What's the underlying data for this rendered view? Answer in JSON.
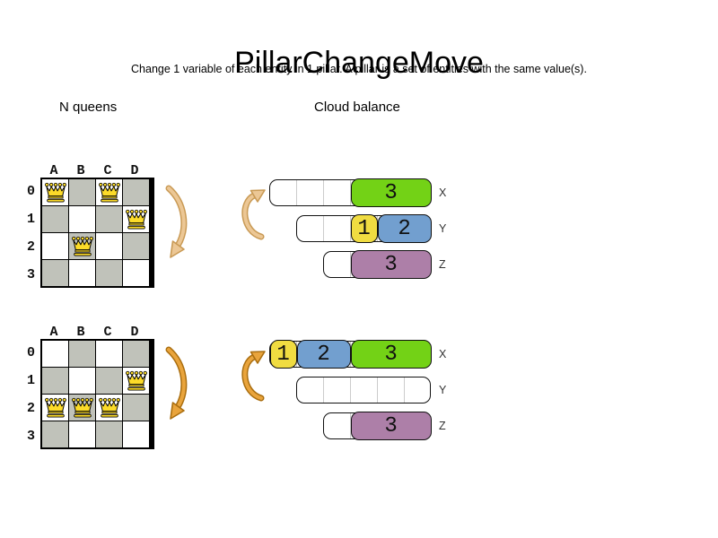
{
  "title": "PillarChangeMove",
  "subtitle": "Change 1 variable of each entity in 1 pillar. A pillar is a set of entities with the same value(s).",
  "colors": {
    "green": "#73d216",
    "yellow": "#f0dc41",
    "blue": "#729fcf",
    "purple": "#ad7fa8",
    "board-gray": "#c0c2ba",
    "bar-divider": "#cccccc",
    "queen-fill": "#fcdb29",
    "arrow-before-fill": "#ecc795",
    "arrow-before-stroke": "#c99a55",
    "arrow-after-fill": "#e9a43c",
    "arrow-after-stroke": "#aa6e0f"
  },
  "nqueens": {
    "label": "N queens",
    "columns": [
      "A",
      "B",
      "C",
      "D"
    ],
    "rows": [
      "0",
      "1",
      "2",
      "3"
    ],
    "before": {
      "queens": [
        {
          "col": "A",
          "row": "0"
        },
        {
          "col": "C",
          "row": "0"
        },
        {
          "col": "D",
          "row": "1"
        },
        {
          "col": "B",
          "row": "2"
        }
      ]
    },
    "after": {
      "queens": [
        {
          "col": "D",
          "row": "1"
        },
        {
          "col": "A",
          "row": "2"
        },
        {
          "col": "B",
          "row": "2"
        },
        {
          "col": "C",
          "row": "2"
        }
      ]
    }
  },
  "cloudbalance": {
    "label": "Cloud balance",
    "computers": [
      {
        "name": "X",
        "capacity": 6
      },
      {
        "name": "Y",
        "capacity": 5
      },
      {
        "name": "Z",
        "capacity": 4
      }
    ],
    "before": {
      "bars": [
        {
          "computer": "X",
          "blocks": [
            {
              "label": "3",
              "size": 3,
              "color": "green"
            }
          ]
        },
        {
          "computer": "Y",
          "blocks": [
            {
              "label": "1",
              "size": 1,
              "color": "yellow"
            },
            {
              "label": "2",
              "size": 2,
              "color": "blue"
            }
          ]
        },
        {
          "computer": "Z",
          "blocks": [
            {
              "label": "3",
              "size": 3,
              "color": "purple"
            }
          ]
        }
      ]
    },
    "after": {
      "bars": [
        {
          "computer": "X",
          "blocks": [
            {
              "label": "1",
              "size": 1,
              "color": "yellow"
            },
            {
              "label": "2",
              "size": 2,
              "color": "blue"
            },
            {
              "label": "3",
              "size": 3,
              "color": "green"
            }
          ]
        },
        {
          "computer": "Y",
          "blocks": []
        },
        {
          "computer": "Z",
          "blocks": [
            {
              "label": "3",
              "size": 3,
              "color": "purple"
            }
          ]
        }
      ]
    }
  }
}
